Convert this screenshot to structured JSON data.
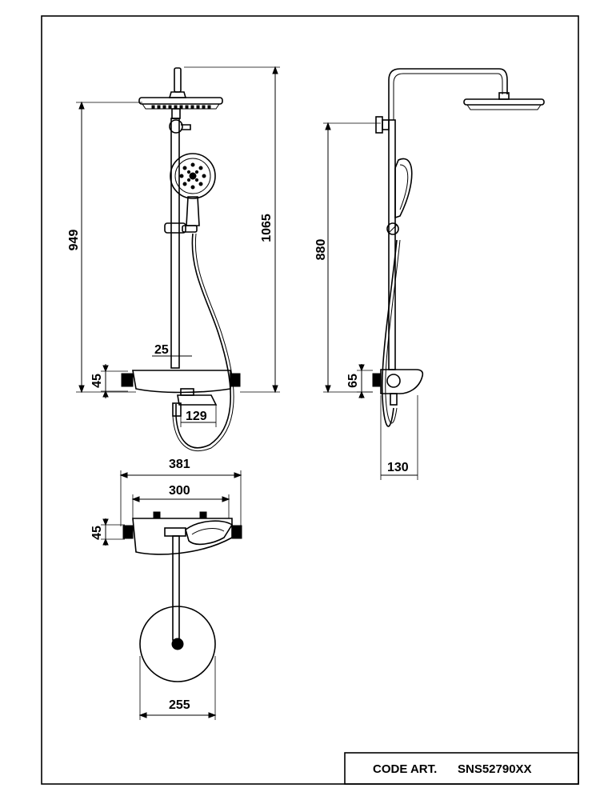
{
  "title_block": {
    "code_label": "CODE ART.",
    "code_value": "SNS52790XX"
  },
  "front_view": {
    "dims": {
      "head_height": "949",
      "total_height": "1065",
      "bar_diameter": "25",
      "mixer_height": "45",
      "spout_projection": "129"
    }
  },
  "side_view": {
    "dims": {
      "holder_height": "880",
      "mixer_height": "65",
      "depth": "130"
    }
  },
  "top_view": {
    "dims": {
      "overall_width": "381",
      "centers_width": "300",
      "mixer_height": "45",
      "head_diameter": "255"
    }
  }
}
